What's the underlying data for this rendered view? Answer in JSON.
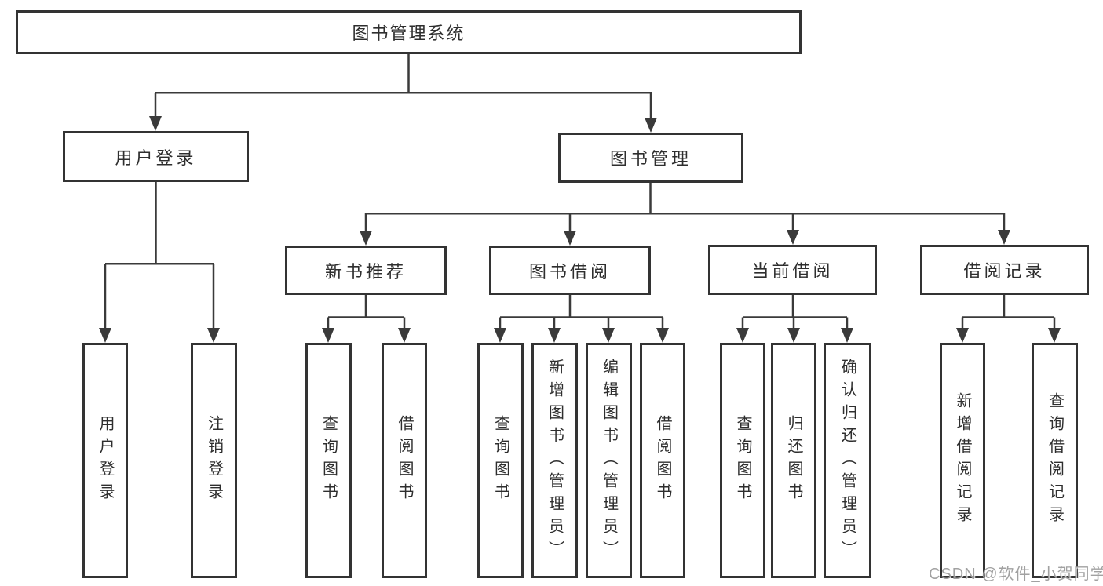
{
  "diagram_type": "hierarchy-tree",
  "colors": {
    "line": "#3a3a3a",
    "box_border": "#333333",
    "box_fill": "#ffffff",
    "text": "#2e2e2e",
    "watermark": "#949494"
  },
  "tree": {
    "root": {
      "label": "图书管理系统",
      "children": [
        {
          "label": "用户登录",
          "children": [
            {
              "label": "用户登录"
            },
            {
              "label": "注销登录"
            }
          ]
        },
        {
          "label": "图书管理",
          "children": [
            {
              "label": "新书推荐",
              "children": [
                {
                  "label": "查询图书"
                },
                {
                  "label": "借阅图书"
                }
              ]
            },
            {
              "label": "图书借阅",
              "children": [
                {
                  "label": "查询图书"
                },
                {
                  "label": "新增图书（管理员）"
                },
                {
                  "label": "编辑图书（管理员）"
                },
                {
                  "label": "借阅图书"
                }
              ]
            },
            {
              "label": "当前借阅",
              "children": [
                {
                  "label": "查询图书"
                },
                {
                  "label": "归还图书"
                },
                {
                  "label": "确认归还（管理员）"
                }
              ]
            },
            {
              "label": "借阅记录",
              "children": [
                {
                  "label": "新增借阅记录"
                },
                {
                  "label": "查询借阅记录"
                }
              ]
            }
          ]
        }
      ]
    }
  },
  "watermark": {
    "text": "CSDN @软件_小贺同学"
  }
}
